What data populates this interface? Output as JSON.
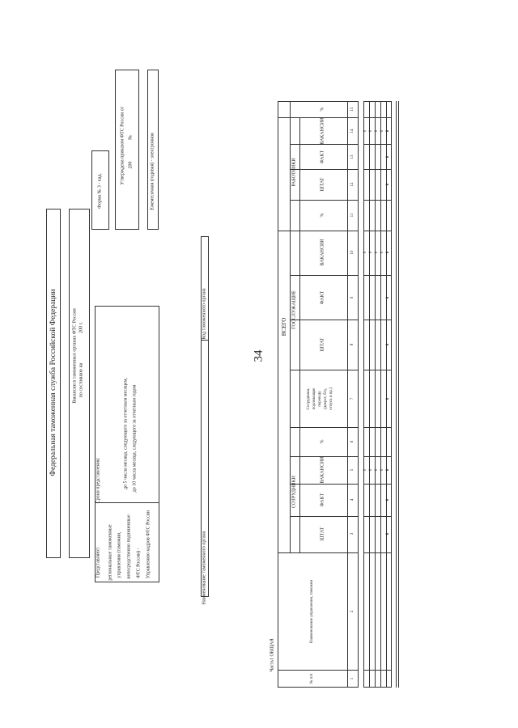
{
  "page_number": "34",
  "header": {
    "agency": "Федеральная таможенная служба Российской Федерации",
    "report_line1": "Вакансии в таможенных органах ФТС России",
    "report_line2": "по состоянию на",
    "report_year": "200 г."
  },
  "form_info": {
    "form_no": "Форма № 3 - кад.",
    "approved_line1": "Утверждена приказом ФТС России от",
    "approved_line2_a": "200",
    "approved_line2_b": "№",
    "frequency": "Ежемесячная (годовая) - электронная"
  },
  "submitters": {
    "title": "Представляют:",
    "lines": [
      "региональные таможенные",
      "управления (таможни,",
      "непосредственно подчиненные",
      "ФТС России) -",
      "Управлению кадров ФТС России"
    ]
  },
  "deadlines": {
    "title": "Сроки представления:",
    "line1": "до 5 числа месяца, следующего за отчетным месяцем,",
    "line2": "до 10 числа месяца, следующего за отчетным годом"
  },
  "org_name_label": "Наименование таможенного органа",
  "org_code_label": "Код таможенного органа",
  "part_label": "Часть1 ОБЩАЯ",
  "table": {
    "group_total": "ВСЕГО",
    "group_staff": "СОТРУДНИКИ",
    "group_civil": "ГОССЛУЖАЩИЕ",
    "group_workers": "РАБОТНИКИ",
    "col_num": "№ п/п",
    "col_name": "Наименование управления, таможни",
    "col_plan": "ШТАТ",
    "col_fact": "ФАКТ",
    "col_vac": "ВАКАНСИИ",
    "col_pct": "%",
    "col_transfer_1": "Сотрудники,",
    "col_transfer_2": "подлежащие",
    "col_transfer_3": "переводу",
    "col_transfer_4": "(декрет, б/ц,",
    "col_transfer_5": "отпуск и пр.)",
    "col_numbers": [
      "1",
      "2",
      "3",
      "4",
      "5",
      "6",
      "7",
      "8",
      "9",
      "10",
      "11",
      "12",
      "13",
      "14",
      "15"
    ],
    "zero": "0"
  }
}
